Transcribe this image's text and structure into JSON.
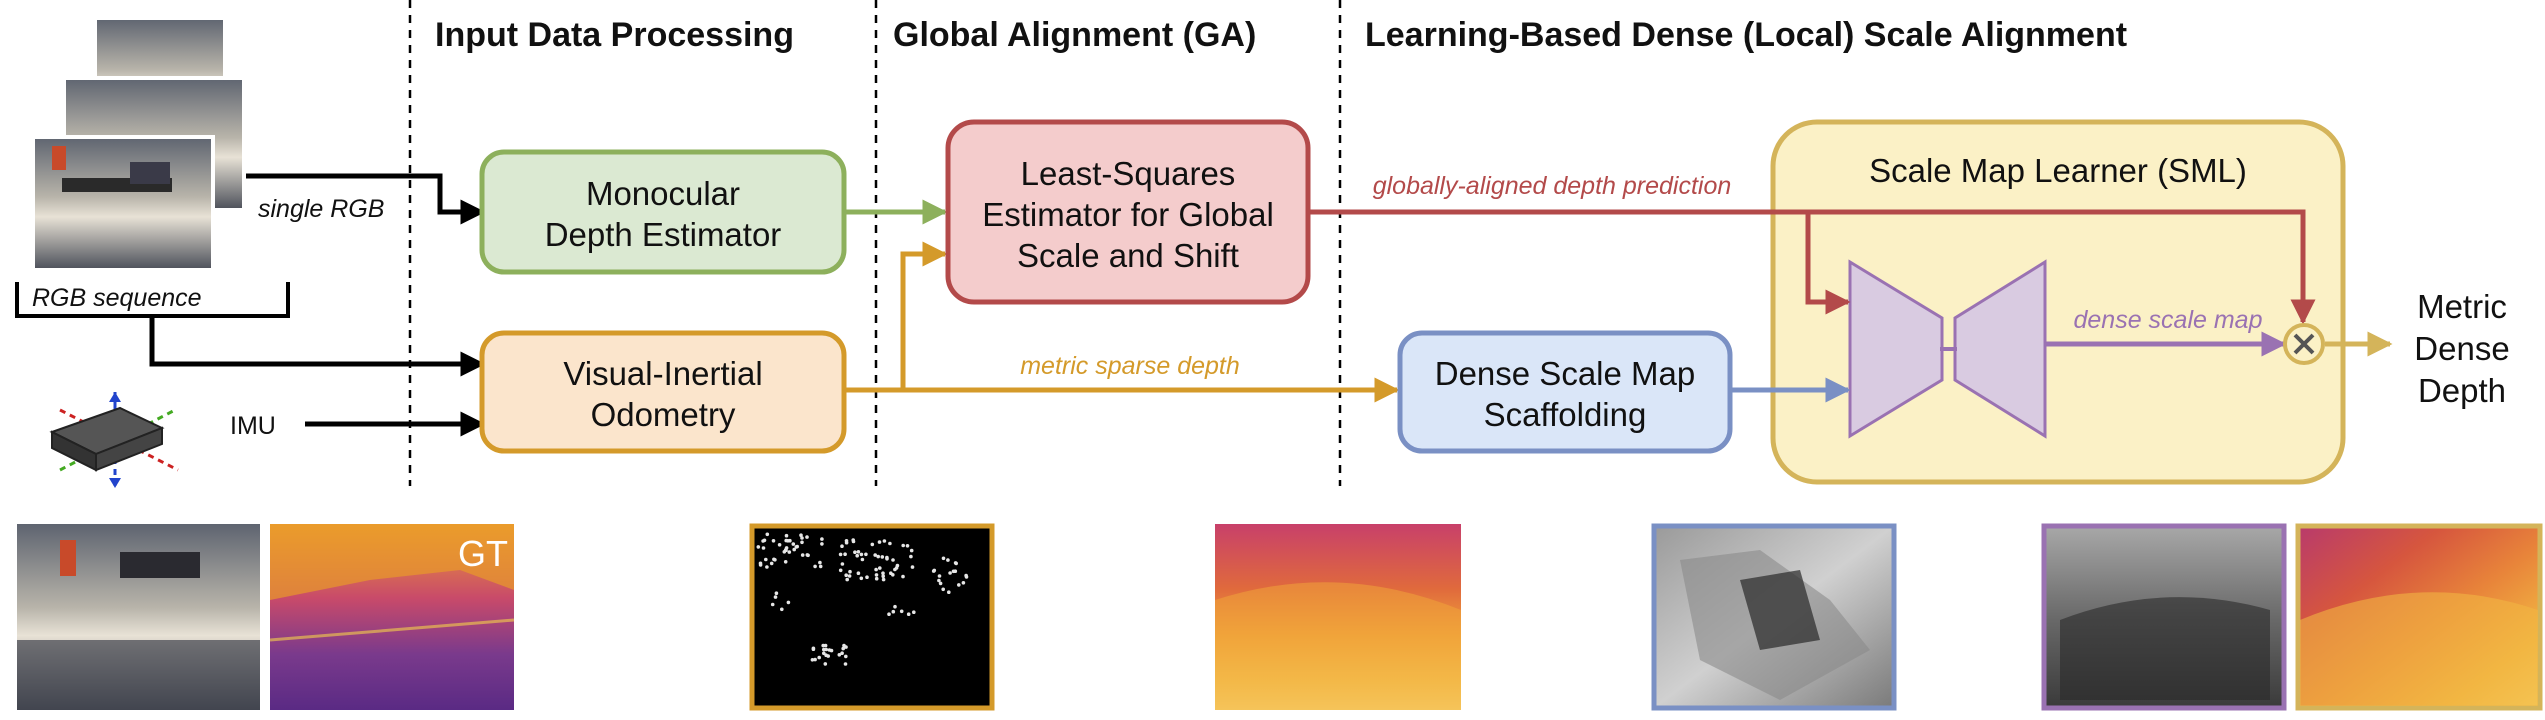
{
  "sections": {
    "input": "Input Data Processing",
    "global": "Global Alignment (GA)",
    "dense": "Learning-Based Dense (Local) Scale Alignment"
  },
  "inputs": {
    "single_rgb": "single RGB",
    "rgb_sequence": "RGB sequence",
    "imu": "IMU"
  },
  "boxes": {
    "mde": [
      "Monocular",
      "Depth Estimator"
    ],
    "vio": [
      "Visual-Inertial",
      "Odometry"
    ],
    "lse": [
      "Least-Squares",
      "Estimator for Global",
      "Scale and Shift"
    ],
    "scaffold": [
      "Dense Scale Map",
      "Scaffolding"
    ],
    "sml": "Scale Map Learner (SML)"
  },
  "flows": {
    "ga_depth": "globally-aligned depth prediction",
    "sparse_depth": "metric sparse depth",
    "dense_scale": "dense scale map"
  },
  "output": [
    "Metric",
    "Dense",
    "Depth"
  ],
  "thumbnails": {
    "gt": "GT"
  },
  "colors": {
    "green": "#8db05c",
    "green_fill": "#dbe9d2",
    "orange": "#d49a2a",
    "orange_fill": "#fbe5cc",
    "red": "#b34a4a",
    "red_fill": "#f4cccc",
    "blue": "#7a90c4",
    "blue_fill": "#dae6f8",
    "sml": "#d4b45a",
    "sml_fill": "#fbf1c6",
    "purple": "#9a72b2",
    "purple_fill": "#d9cbe1"
  }
}
